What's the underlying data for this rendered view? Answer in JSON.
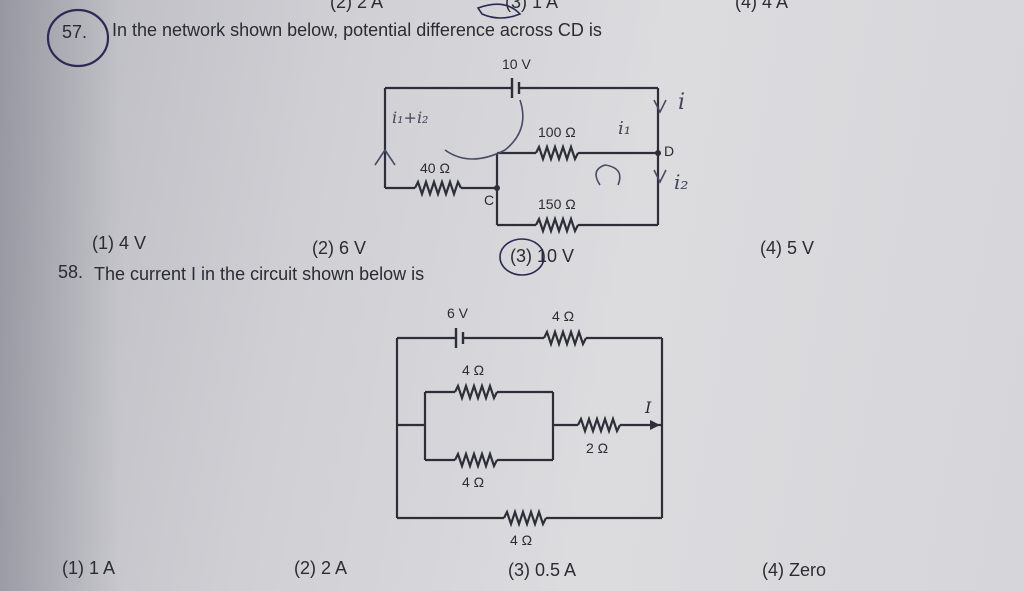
{
  "header": {
    "opt2": "(2) 2 A",
    "opt3": "(3) 1 A",
    "opt4": "(4) 4 A"
  },
  "q57": {
    "number": "57.",
    "text": "In the network shown below, potential difference across CD is",
    "circuit": {
      "battery": "10 V",
      "r100": "100 Ω",
      "r40": "40 Ω",
      "r150": "150 Ω",
      "node_c": "C",
      "node_d": "D"
    },
    "handwritten": {
      "i": "i",
      "i1": "i₁",
      "i2": "i₂",
      "i1_plus_i2": "i₁+i₂"
    },
    "options": [
      "(1) 4 V",
      "(2) 6 V",
      "(3) 10 V",
      "(4) 5 V"
    ]
  },
  "q58": {
    "number": "58.",
    "text": "The current I in the circuit shown below is",
    "circuit": {
      "battery": "6 V",
      "r_top": "4 Ω",
      "r_inner_top": "4 Ω",
      "r_inner_bottom": "4 Ω",
      "r_series": "2 Ω",
      "r_bottom": "4 Ω",
      "current": "I"
    },
    "options": [
      "(1) 1 A",
      "(2) 2 A",
      "(3) 0.5 A",
      "(4) Zero"
    ]
  }
}
